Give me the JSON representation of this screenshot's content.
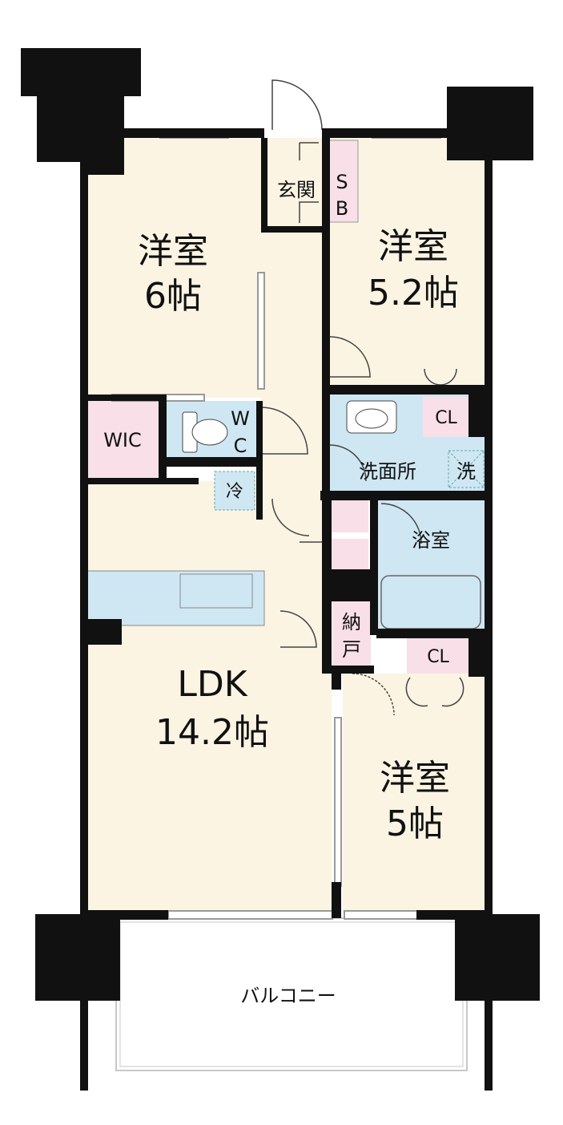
{
  "colors": {
    "wall": "#111111",
    "room_beige": "#fbf4e3",
    "wet_blue": "#cfe7f3",
    "storage_pink": "#f8dfe8",
    "window_grey": "#c8c8c8"
  },
  "rooms": {
    "western_a": {
      "name": "洋室",
      "size": "6帖"
    },
    "western_b": {
      "name": "洋室",
      "size": "5.2帖"
    },
    "western_c": {
      "name": "洋室",
      "size": "5帖"
    },
    "ldk": {
      "name": "LDK",
      "size": "14.2帖"
    },
    "entrance": "玄関",
    "shoe_box_1": "S",
    "shoe_box_2": "B",
    "wic": "WIC",
    "wc_1": "W",
    "wc_2": "C",
    "fridge": "冷",
    "closet_1": "CL",
    "closet_2": "CL",
    "washroom": "洗面所",
    "washer": "洗",
    "bath": "浴室",
    "storage_1": "納",
    "storage_2": "戸",
    "balcony": "バルコニー"
  }
}
